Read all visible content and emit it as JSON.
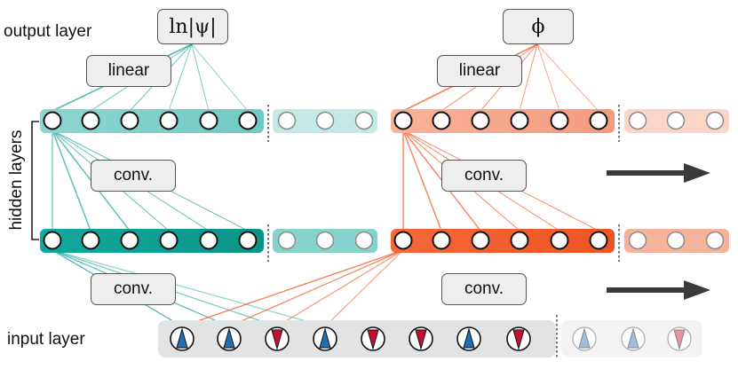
{
  "labels": {
    "output_layer": "output layer",
    "hidden_layers": "hidden layers",
    "input_layer": "input layer"
  },
  "boxes": {
    "ln_psi": "ln|ψ|",
    "phi": "ϕ",
    "linear_left": "linear",
    "linear_right": "linear",
    "conv_left_upper": "conv.",
    "conv_left_lower": "conv.",
    "conv_right_upper": "conv.",
    "conv_right_lower": "conv."
  },
  "input_spins": [
    "up",
    "up",
    "down",
    "up",
    "down",
    "down",
    "up",
    "down"
  ],
  "input_spins_faded": [
    "up",
    "up",
    "down"
  ],
  "colors": {
    "teal_dark": "#0e9e93",
    "teal_light": "#7fd0c9",
    "orange_dark": "#f05a28",
    "orange_light": "#f6a88a",
    "spin_up": "#1f6fb5",
    "spin_down": "#c8102e",
    "arrow": "#3a3a3a"
  }
}
